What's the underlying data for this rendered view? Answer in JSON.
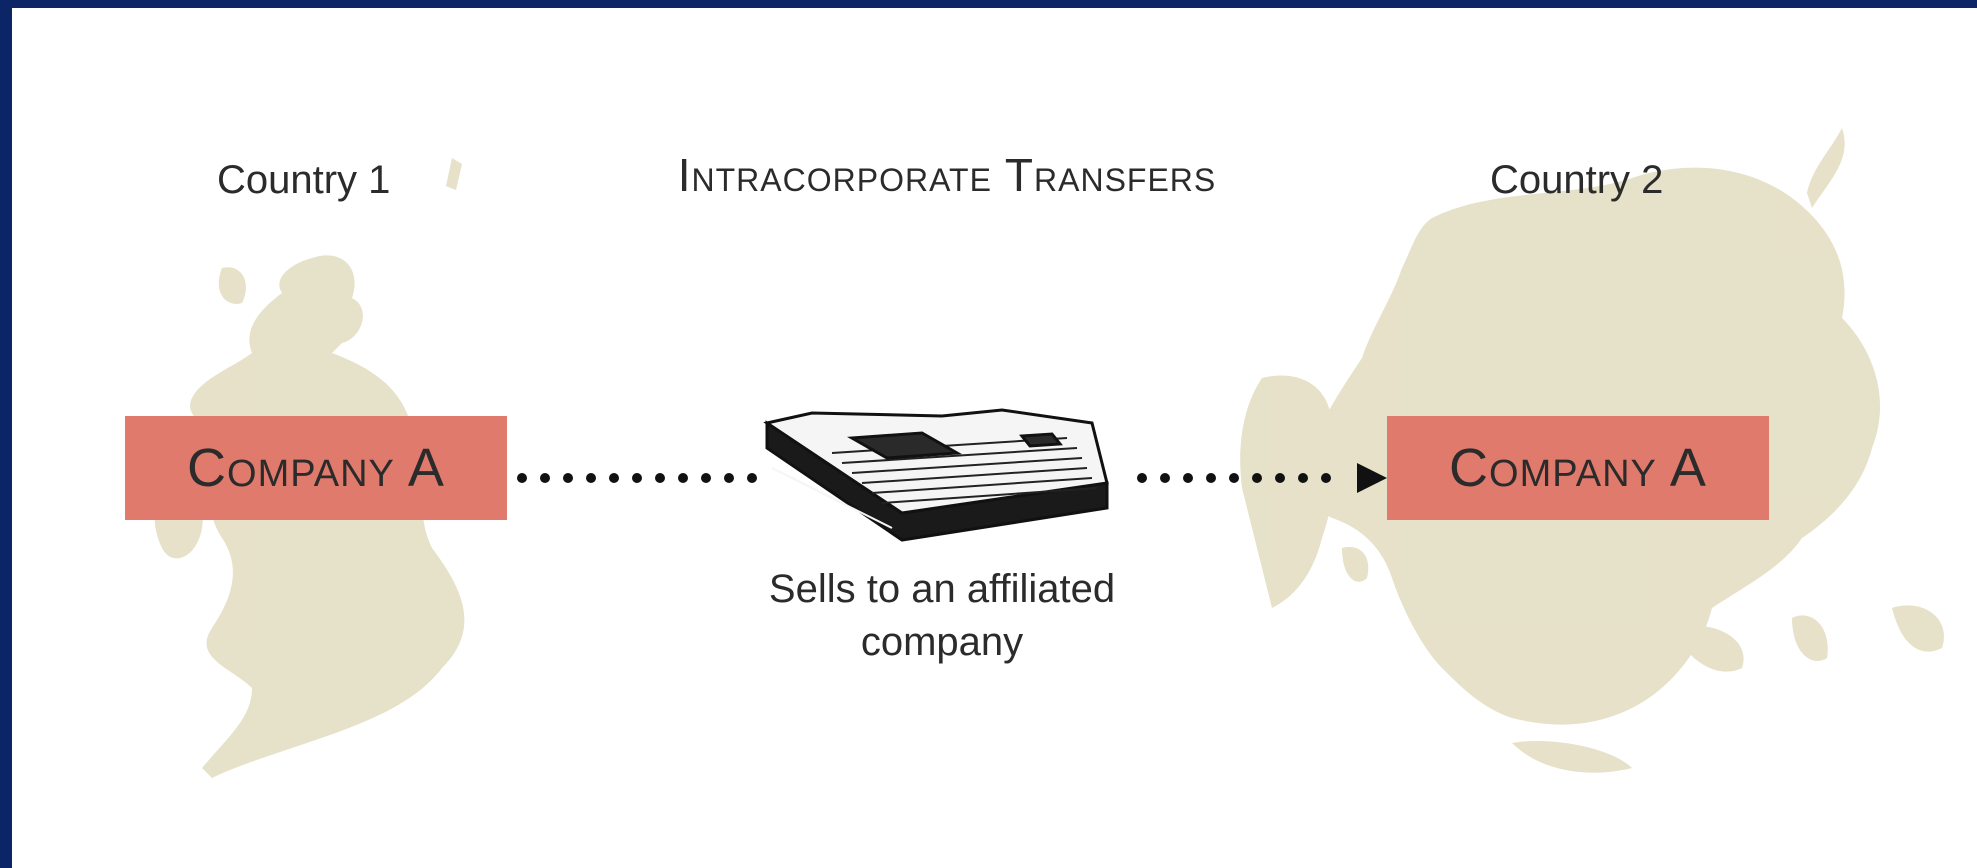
{
  "title": "Intracorporate Transfers",
  "country_left": "Country 1",
  "country_right": "Country 2",
  "company_left": "Company A",
  "company_right": "Company A",
  "caption_line1": "Sells to an affiliated",
  "caption_line2": "company",
  "colors": {
    "frame": "#0b2566",
    "company_box": "#e07a6c",
    "map_fill": "#e2dcbf",
    "text": "#2b2b2b"
  },
  "icons": [
    "goods-package-icon",
    "flow-arrow-icon"
  ]
}
